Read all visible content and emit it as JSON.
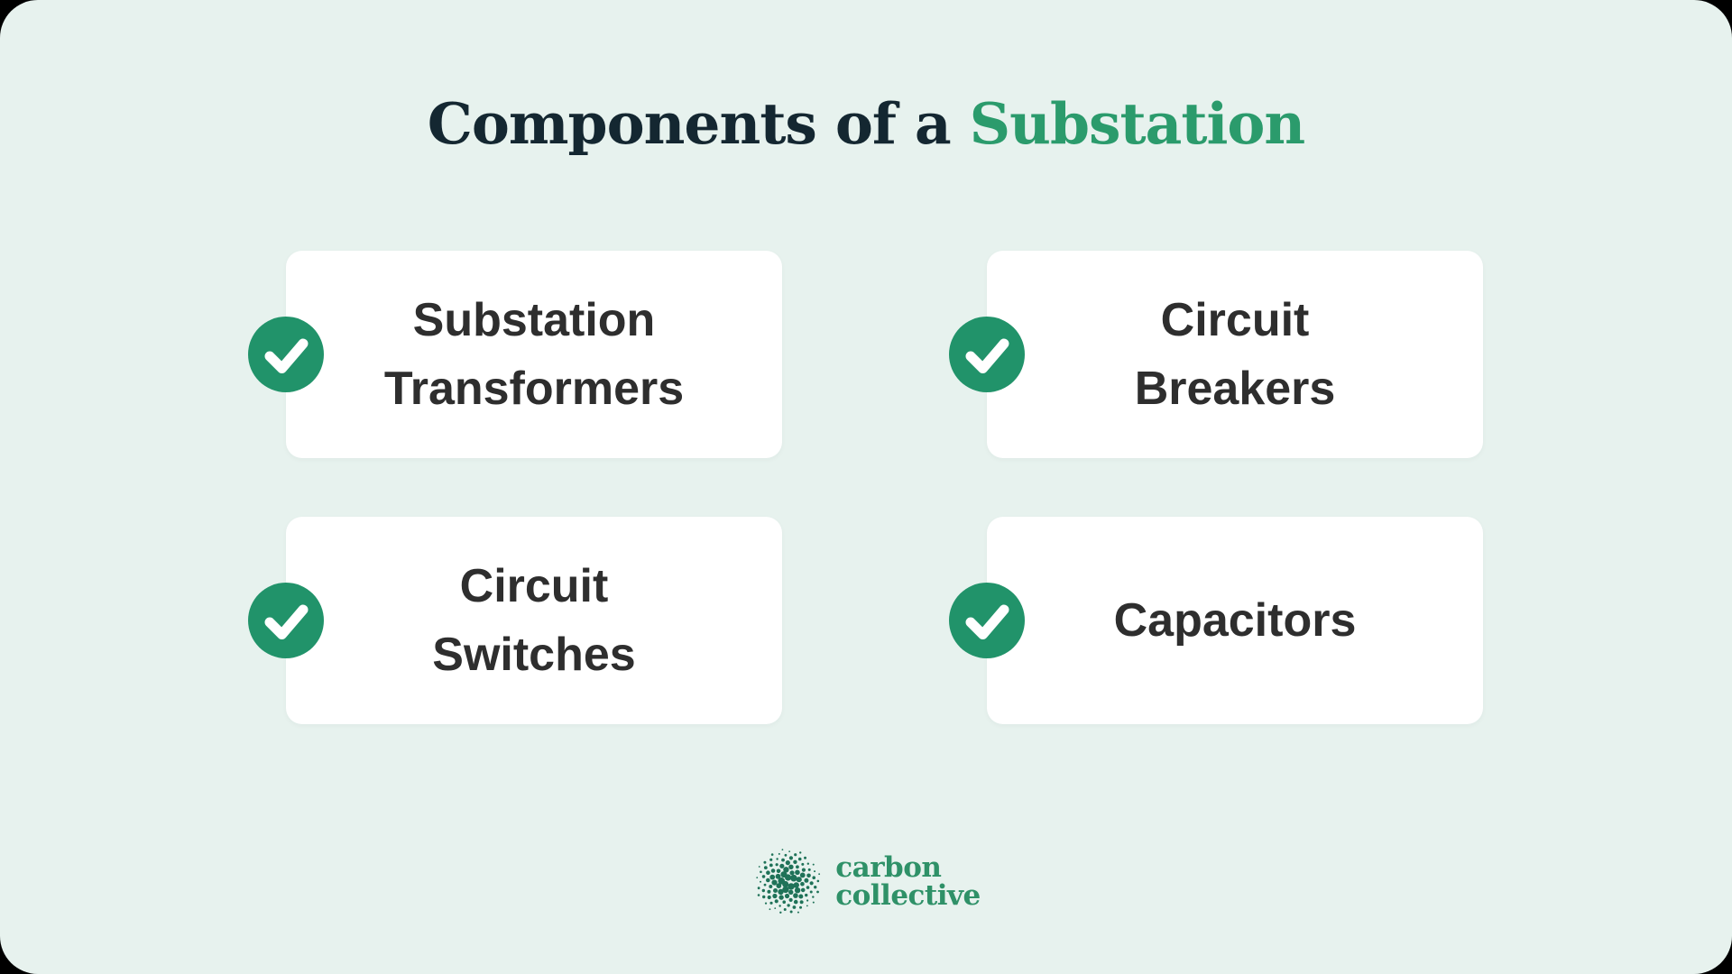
{
  "colors": {
    "surround": "#000000",
    "canvas-bg": "#e7f2ee",
    "card-bg": "#ffffff",
    "title-dark": "#142731",
    "accent-green": "#2b9b6c",
    "check-green": "#21936a",
    "card-text": "#2e2e2e",
    "logo-text": "#2f9168",
    "logo-dots": "#1f7258"
  },
  "title": {
    "prefix": "Components of a",
    "highlight": "Substation"
  },
  "cards": [
    {
      "label": "Substation\nTransformers",
      "icon": "check-icon"
    },
    {
      "label": "Circuit\nBreakers",
      "icon": "check-icon"
    },
    {
      "label": "Circuit\nSwitches",
      "icon": "check-icon"
    },
    {
      "label": "Capacitors",
      "icon": "check-icon"
    }
  ],
  "logo": {
    "name": "carbon collective",
    "line1": "carbon",
    "line2": "collective"
  }
}
